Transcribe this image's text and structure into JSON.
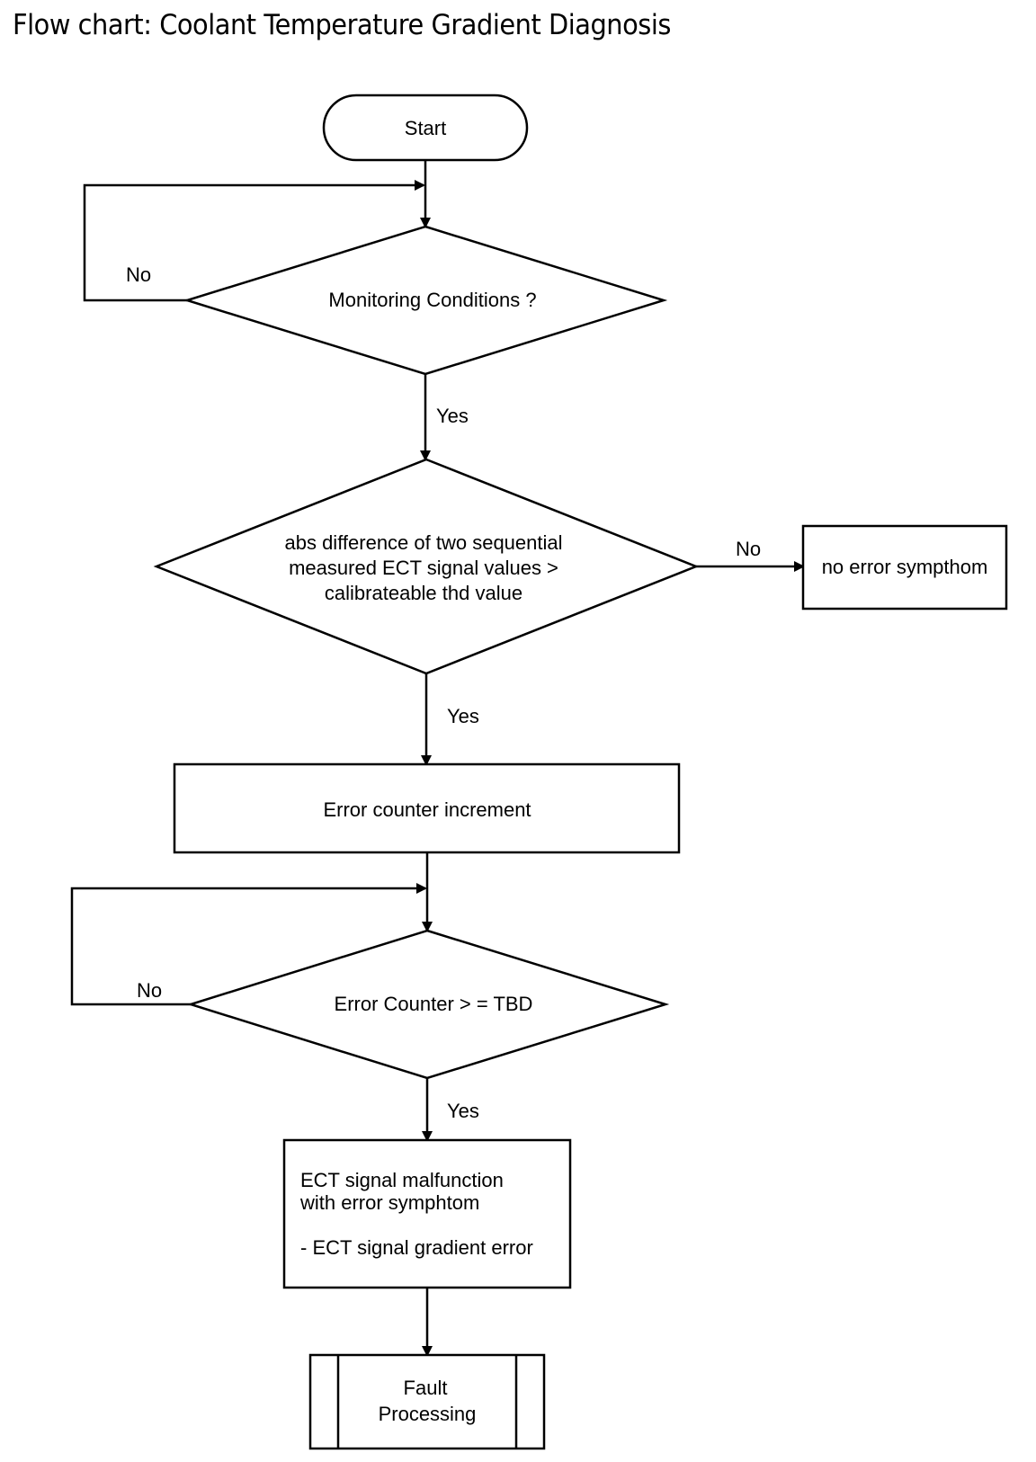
{
  "title": "Flow chart: Coolant Temperature Gradient Diagnosis",
  "nodes": {
    "start": "Start",
    "monitoring": "Monitoring Conditions ?",
    "abs_diff": [
      "abs difference of two sequential",
      "measured ECT signal values >",
      "calibrateable thd value"
    ],
    "no_error": "no error sympthom",
    "increment": "Error counter increment",
    "counter_check": "Error Counter > = TBD",
    "malfunction": [
      "ECT signal malfunction",
      "with error symphtom",
      "- ECT signal gradient error"
    ],
    "fault": [
      "Fault",
      "Processing"
    ]
  },
  "edges": {
    "monitoring_no": "No",
    "monitoring_yes": "Yes",
    "abs_diff_no": "No",
    "abs_diff_yes": "Yes",
    "counter_no": "No",
    "counter_yes": "Yes"
  }
}
